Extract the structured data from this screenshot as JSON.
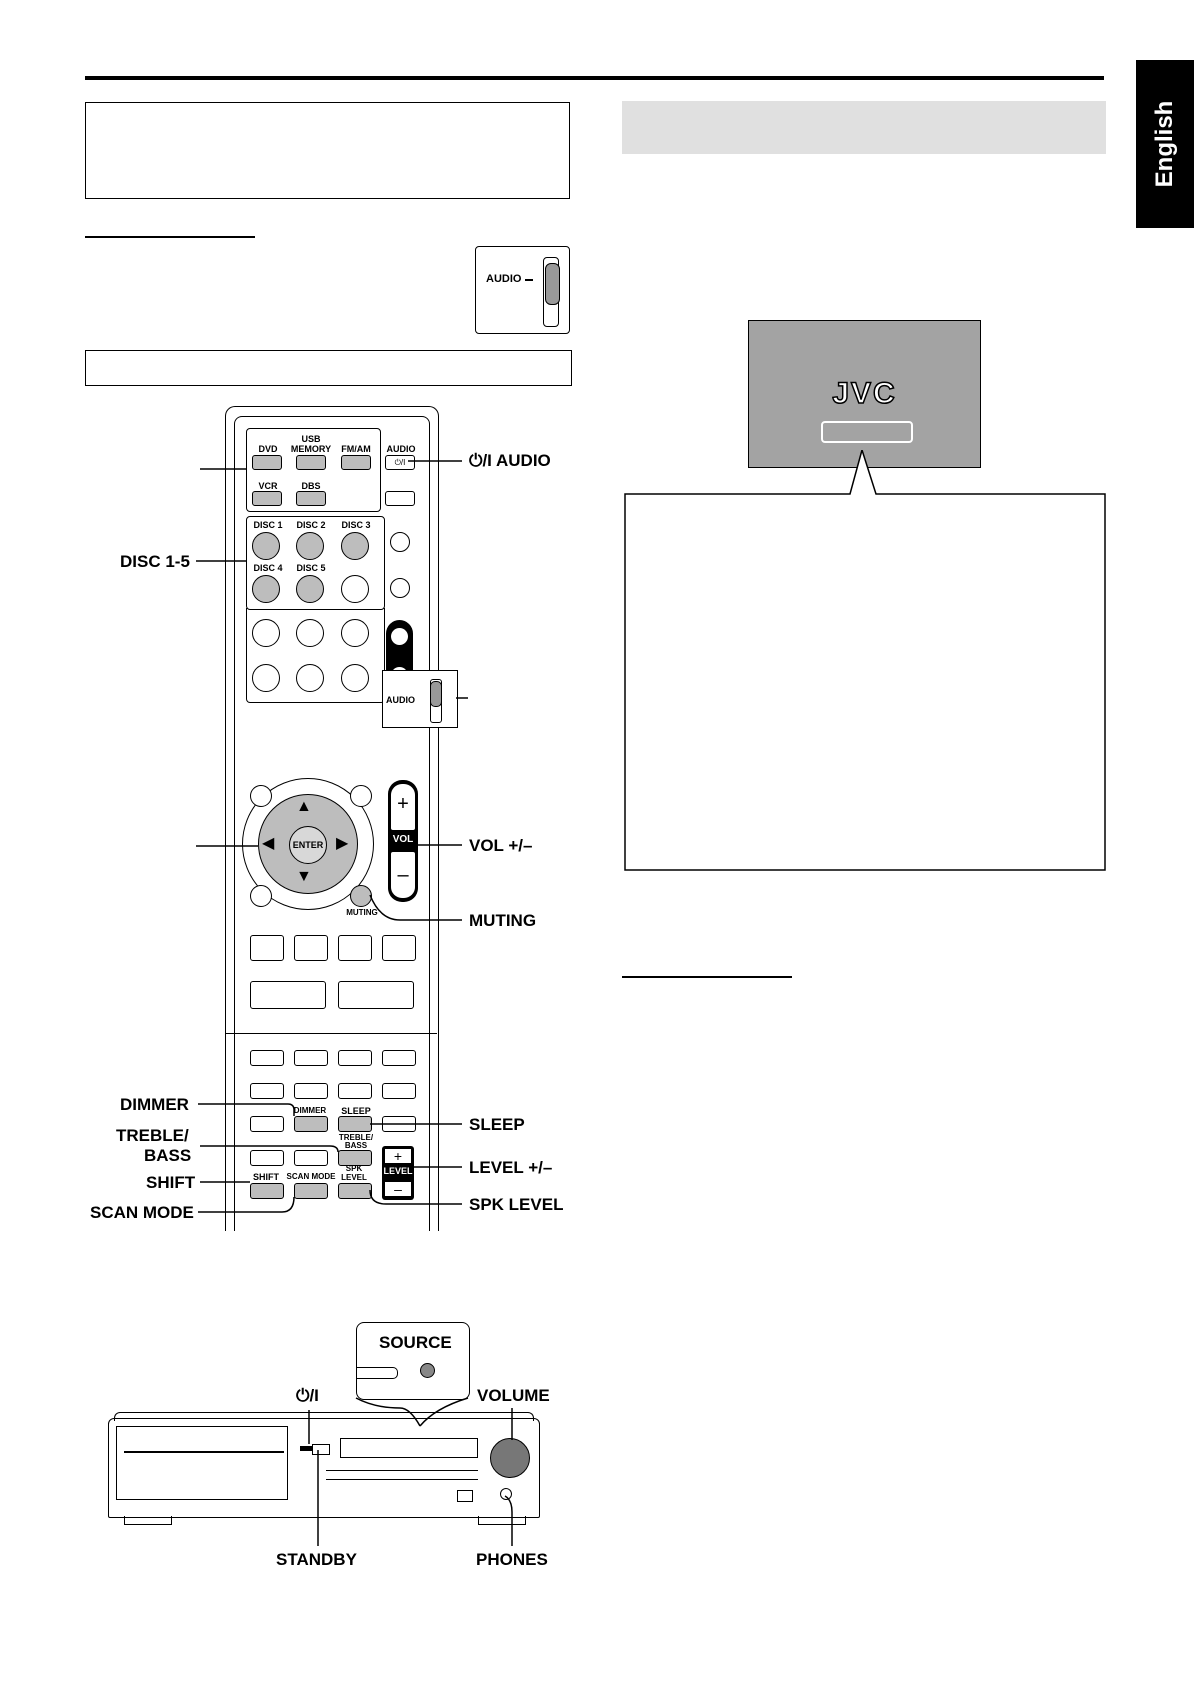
{
  "side_tab": {
    "language": "English"
  },
  "audio_switch_inset": {
    "label": "AUDIO"
  },
  "remote": {
    "source_buttons": [
      {
        "label": "DVD"
      },
      {
        "label": "USB MEMORY"
      },
      {
        "label": "FM/AM"
      },
      {
        "label": "AUDIO"
      },
      {
        "label": "VCR"
      },
      {
        "label": "DBS"
      }
    ],
    "disc_buttons": [
      {
        "label": "DISC 1"
      },
      {
        "label": "DISC 2"
      },
      {
        "label": "DISC 3"
      },
      {
        "label": "DISC 4"
      },
      {
        "label": "DISC 5"
      }
    ],
    "mode_switch_label": "AUDIO",
    "enter_label": "ENTER",
    "vol_label": "VOL",
    "muting_label": "MUTING",
    "dimmer_label": "DIMMER",
    "sleep_label": "SLEEP",
    "treble_bass_label": "TREBLE/ BASS",
    "shift_label": "SHIFT",
    "scan_mode_label": "SCAN MODE",
    "spk_level_label": "SPK LEVEL",
    "level_label": "LEVEL"
  },
  "callouts": {
    "power_audio": "⏻/I  AUDIO",
    "disc": "DISC 1-5",
    "vol": "VOL +/–",
    "muting": "MUTING",
    "dimmer": "DIMMER",
    "treble_line1": "TREBLE/",
    "treble_line2": "BASS",
    "shift": "SHIFT",
    "scan_mode": "SCAN MODE",
    "sleep": "SLEEP",
    "level": "LEVEL +/–",
    "spk_level": "SPK LEVEL"
  },
  "unit_labels": {
    "source": "SOURCE",
    "power": "⏻/I",
    "volume": "VOLUME",
    "standby": "STANDBY",
    "phones": "PHONES"
  },
  "display": {
    "brand": "JVC"
  }
}
